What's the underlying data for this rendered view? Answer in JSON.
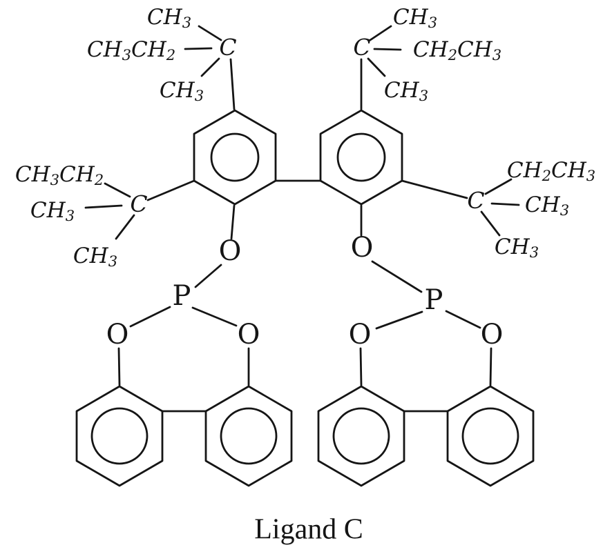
{
  "title": {
    "caption": "Ligand C"
  },
  "atoms": {
    "oxygen": "O",
    "phosphorus": "P",
    "carbon": "C"
  },
  "groups": {
    "methyl": {
      "parts": [
        {
          "text": "CH"
        },
        {
          "text": "3",
          "sub": true
        }
      ]
    },
    "ethyl_methyl_left": {
      "parts": [
        {
          "text": "CH"
        },
        {
          "text": "3",
          "sub": true
        },
        {
          "text": "CH"
        },
        {
          "text": "2",
          "sub": true
        }
      ]
    },
    "ethyl_methyl_right": {
      "parts": [
        {
          "text": "CH"
        },
        {
          "text": "2",
          "sub": true
        },
        {
          "text": "CH"
        },
        {
          "text": "3",
          "sub": true
        }
      ]
    }
  },
  "colors": {
    "ink": "#151515",
    "background": "#ffffff"
  }
}
